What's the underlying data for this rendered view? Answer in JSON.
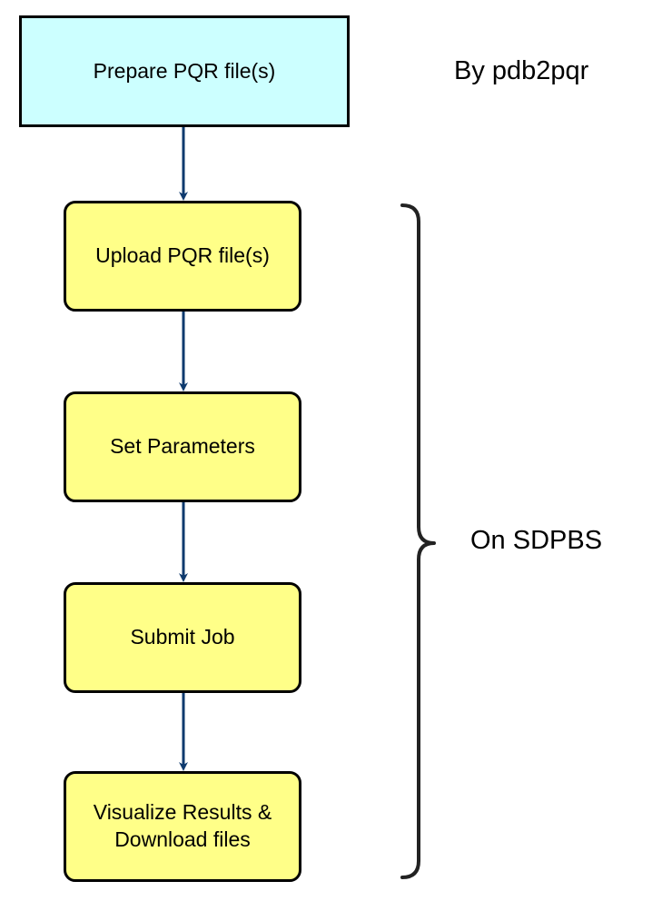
{
  "steps": [
    {
      "lines": [
        "Prepare PQR file(s)"
      ]
    },
    {
      "lines": [
        "Upload PQR file(s)"
      ]
    },
    {
      "lines": [
        "Set Parameters"
      ]
    },
    {
      "lines": [
        "Submit Job"
      ]
    },
    {
      "lines": [
        "Visualize Results &",
        "Download files"
      ]
    }
  ],
  "annotations": {
    "by": "By pdb2pqr",
    "on": "On SDPBS"
  },
  "colors": {
    "prepare_fill": "#ccffff",
    "step_fill": "#ffff88",
    "arrow": "#0e3a6e",
    "border": "#000000"
  }
}
